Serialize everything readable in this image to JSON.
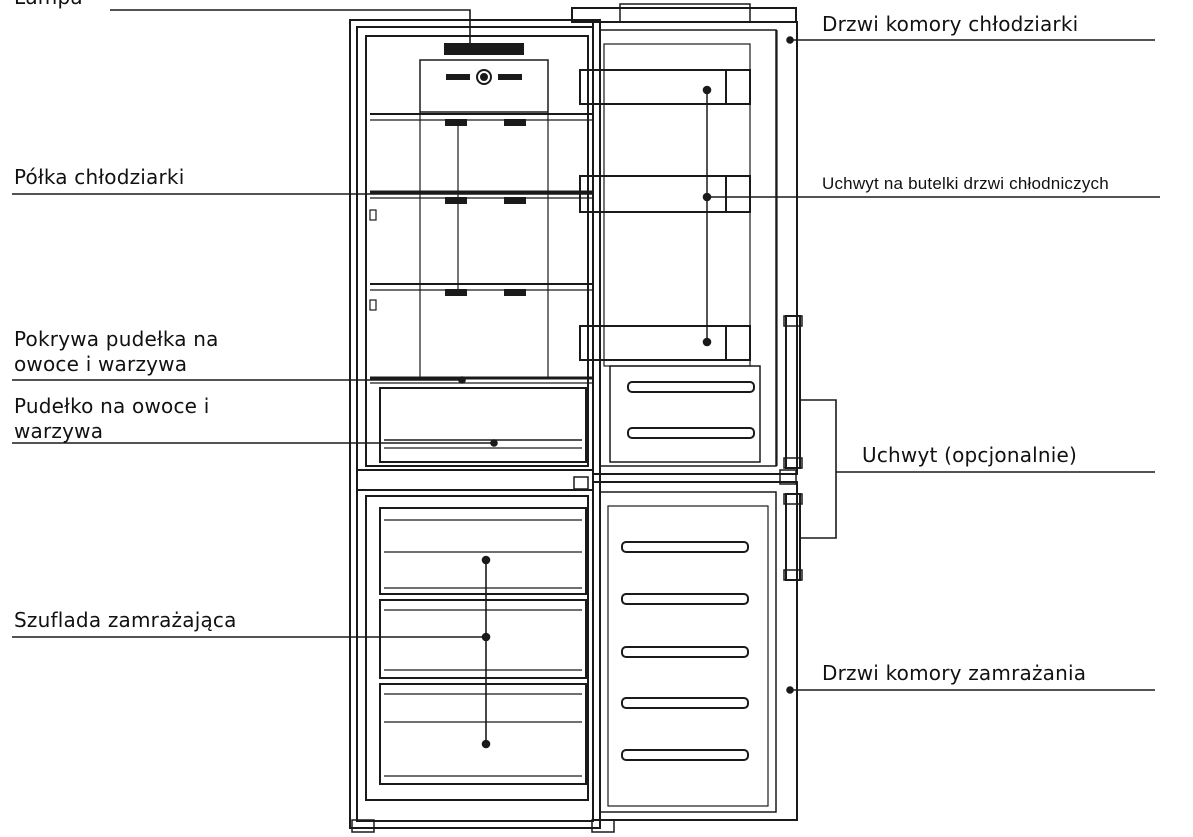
{
  "labels": {
    "lampa": "Lampa",
    "fridge_door": "Drzwi komory chłodziarki",
    "fridge_shelf": "Półka chłodziarki",
    "bottle_holder": "Uchwyt na butelki drzwi chłodniczych",
    "crisper_cover_line1": "Pokrywa pudełka na",
    "crisper_cover_line2": "owoce i warzywa",
    "crisper_box_line1": "Pudełko na owoce i",
    "crisper_box_line2": "warzywa",
    "handle": "Uchwyt (opcjonalnie)",
    "freezer_drawer": "Szuflada zamrażająca",
    "freezer_door": "Drzwi komory zamrażania"
  },
  "colors": {
    "line": "#1a1a1a",
    "background": "#ffffff"
  }
}
